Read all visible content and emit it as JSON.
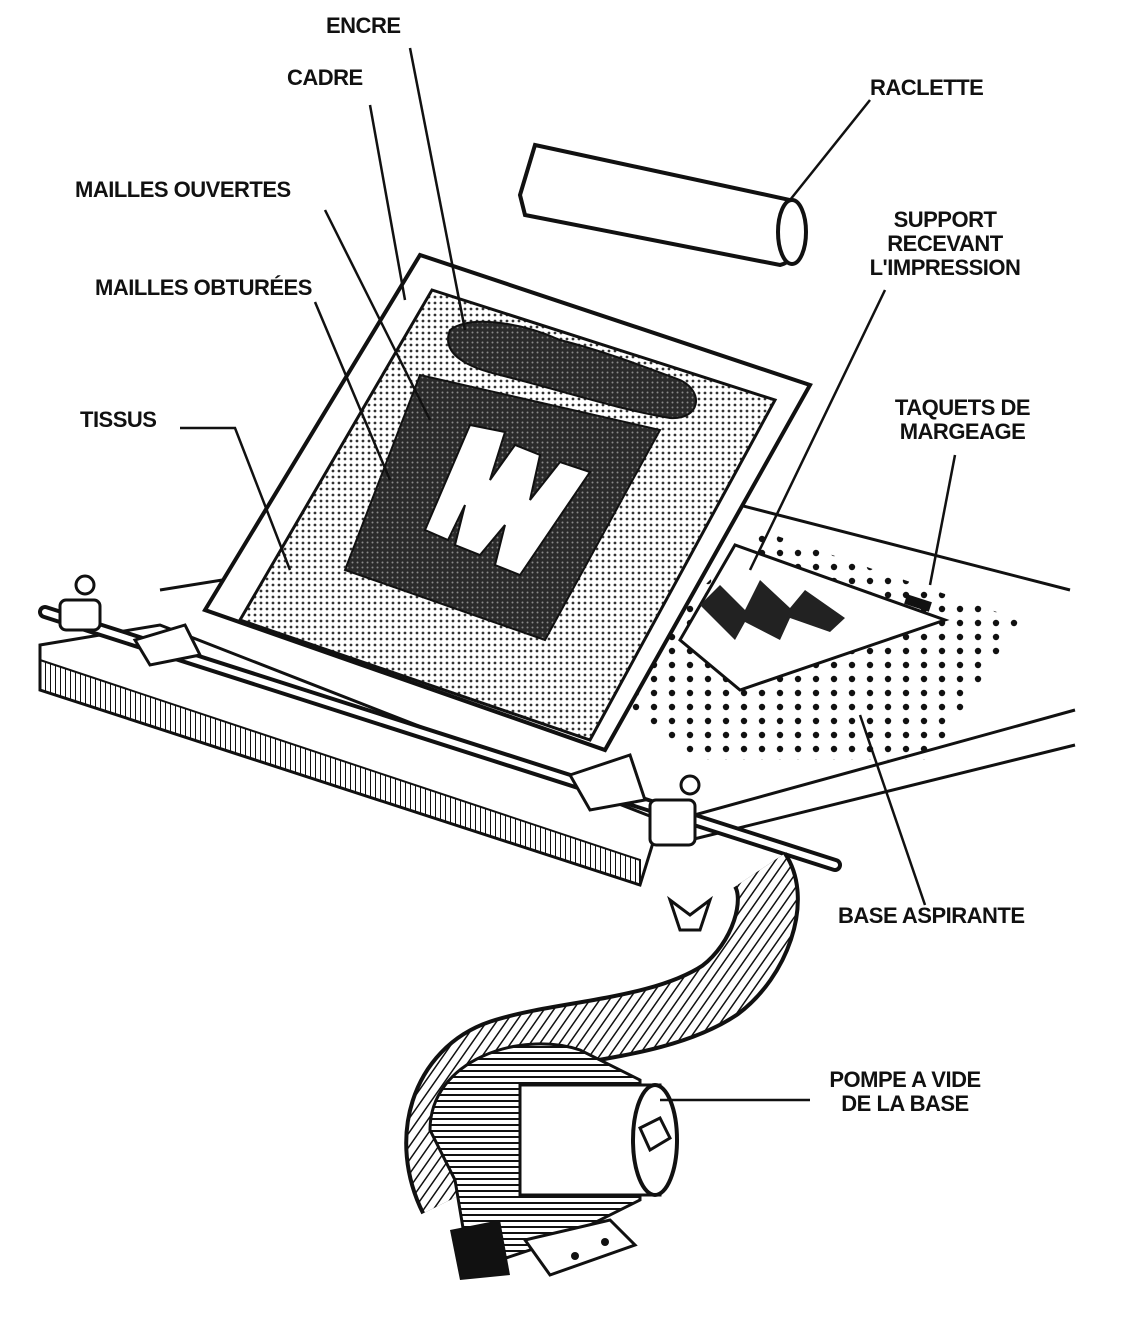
{
  "labels": {
    "encre": "ENCRE",
    "cadre": "CADRE",
    "raclette": "RACLETTE",
    "mailles_ouvertes": "MAILLES OUVERTES",
    "mailles_obturees": "MAILLES OBTURÉES",
    "tissus": "TISSUS",
    "support": [
      "SUPPORT",
      "RECEVANT",
      "L'IMPRESSION"
    ],
    "taquets": [
      "TAQUETS DE",
      "MARGEAGE"
    ],
    "base_aspirante": "BASE ASPIRANTE",
    "pompe": [
      "POMPE A VIDE",
      "DE LA BASE"
    ]
  },
  "print_letter": "W",
  "colors": {
    "ink": "#111111",
    "paper": "#ffffff"
  }
}
